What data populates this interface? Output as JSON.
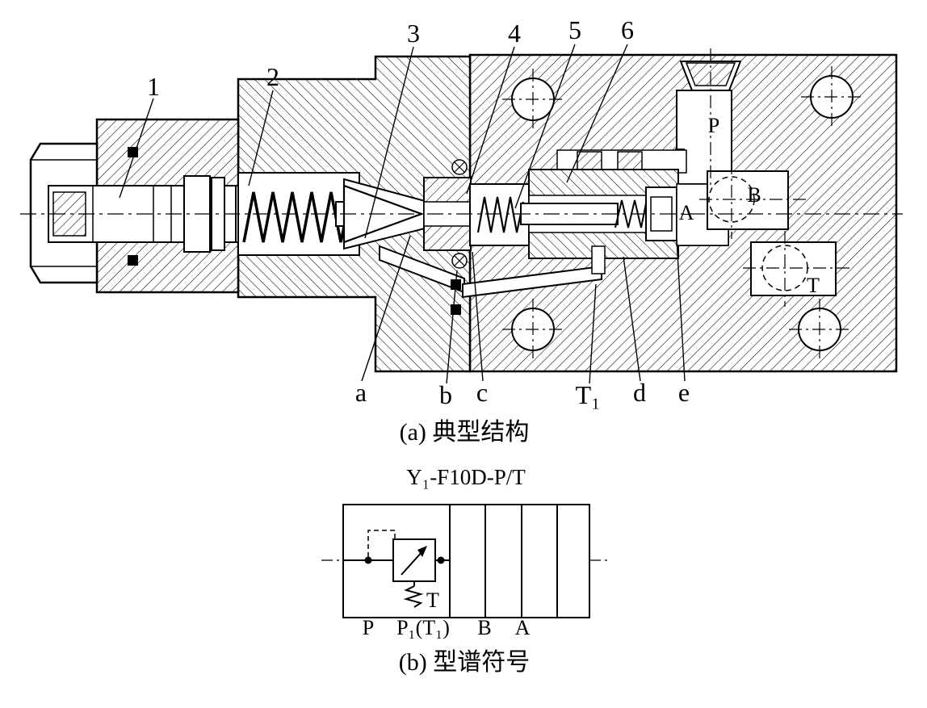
{
  "figure": {
    "caption_a": "(a) 典型结构",
    "caption_b": "(b) 型谱符号"
  },
  "drawing_labels": {
    "part_1": "1",
    "part_2": "2",
    "part_3": "3",
    "part_4": "4",
    "part_5": "5",
    "part_6": "6",
    "point_a": "a",
    "point_b": "b",
    "point_c": "c",
    "point_t1": "T₁",
    "point_d": "d",
    "point_e": "e",
    "port_p": "P",
    "port_b": "B",
    "port_a": "A",
    "port_t": "T"
  },
  "symbol": {
    "title": "Y₁-F10D-P/T",
    "tank_label": "T",
    "ports": [
      "P",
      "P₁(T₁)",
      "B",
      "A"
    ]
  }
}
